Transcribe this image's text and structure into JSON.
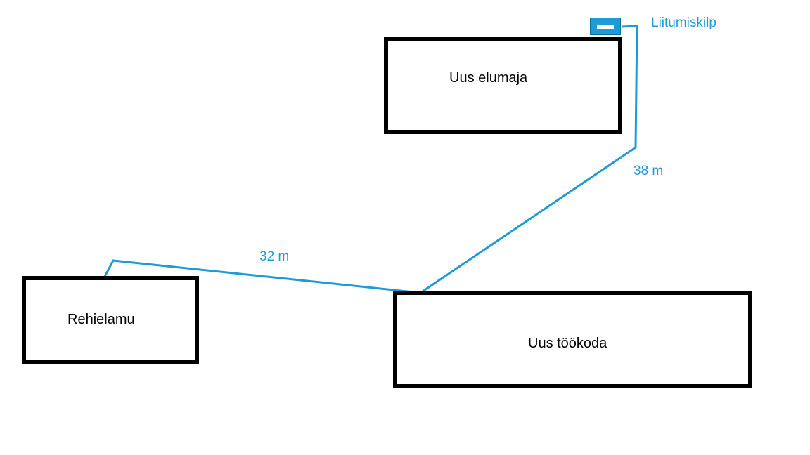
{
  "colors": {
    "cable": "#1e9ad6",
    "building_outline": "#000000",
    "background": "#ffffff"
  },
  "buildings": {
    "new_house": "Uus elumaja",
    "barn_dwelling": "Rehielamu",
    "new_workshop": "Uus töökoda"
  },
  "connection_panel": {
    "label": "Liitumiskilp"
  },
  "cable_segments": {
    "panel_to_workshop": "38 m",
    "workshop_to_barn": "32 m"
  }
}
